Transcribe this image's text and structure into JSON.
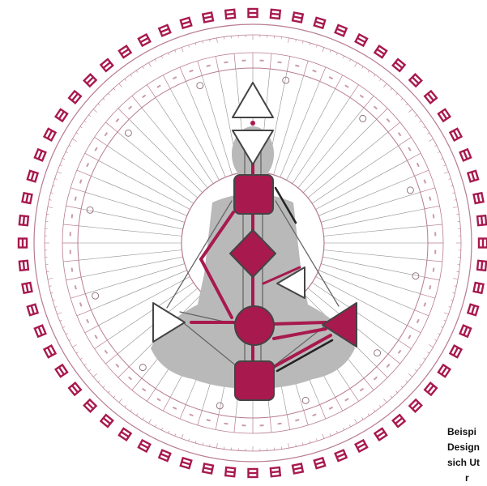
{
  "colors": {
    "accent": "#a8194e",
    "ring_line": "#b87a93",
    "silhouette": "#b9b9b9",
    "center_fill": "#ffffff",
    "text": "#111111"
  },
  "wheel": {
    "hexagram_icon": "hexagram-glyph-icon",
    "zodiac_icon": "zodiac-symbol-icon",
    "inner_number_count": 64,
    "spoke_count": 64
  },
  "bodygraph": {
    "centers": [
      {
        "name": "head-center",
        "shape": "triangle-up",
        "defined": false
      },
      {
        "name": "ajna-center",
        "shape": "triangle-down",
        "defined": false
      },
      {
        "name": "throat-center",
        "shape": "square",
        "defined": true
      },
      {
        "name": "g-center",
        "shape": "diamond",
        "defined": true
      },
      {
        "name": "heart-center",
        "shape": "triangle-left",
        "defined": false
      },
      {
        "name": "spleen-center",
        "shape": "triangle-right",
        "defined": false
      },
      {
        "name": "sacral-center",
        "shape": "circle",
        "defined": true
      },
      {
        "name": "solar-plexus-center",
        "shape": "triangle-left",
        "defined": true
      },
      {
        "name": "root-center",
        "shape": "square",
        "defined": true
      }
    ]
  },
  "caption": {
    "line1": "Beispi",
    "line2": "Design",
    "line3": "sich Ut",
    "line4": "r"
  }
}
